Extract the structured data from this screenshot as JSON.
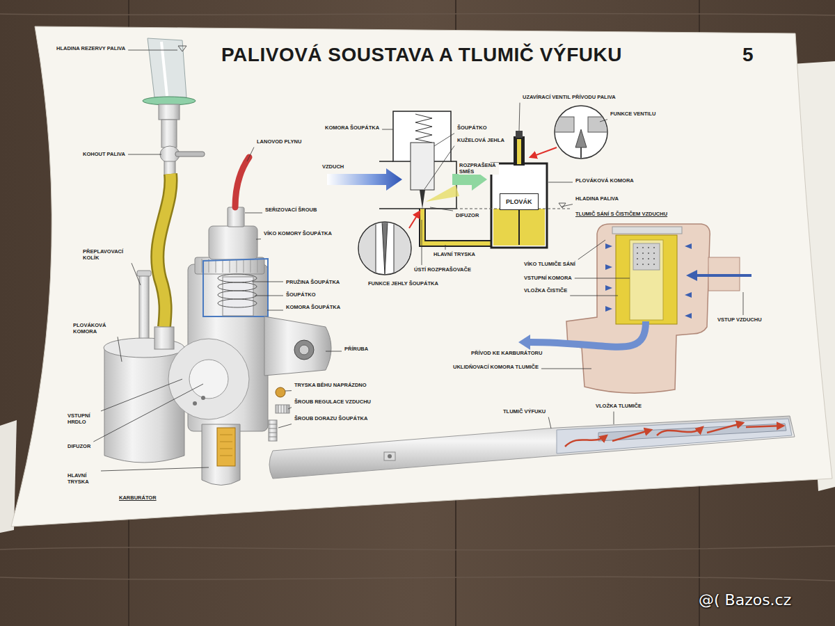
{
  "diagram": {
    "title": "PALIVOVÁ SOUSTAVA A TLUMIČ VÝFUKU",
    "nodes": [
      {
        "text": [
          "PLOVÁK"
        ]
      }
    ],
    "labels": [
      "5",
      "HLADINA REZERVY PALIVA",
      "KOHOUT PALIVA",
      "PŘEPLAVOVACÍ KOLÍK",
      "PLOVÁKOVÁ KOMORA",
      "VSTUPNÍ HRDLO",
      "DIFUZOR",
      "HLAVNÍ TRYSKA",
      "KARBURÁTOR",
      "LANOVOD PLYNU",
      "SEŘIZOVACÍ ŠROUB",
      "VÍKO KOMORY ŠOUPÁTKA",
      "PRUŽINA ŠOUPÁTKA",
      "ŠOUPÁTKO",
      "KOMORA ŠOUPÁTKA",
      "PŘÍRUBA",
      "TRYSKA BĚHU NAPRÁZDNO",
      "ŠROUB REGULACE VZDUCHU",
      "ŠROUB DORAZU ŠOUPÁTKA",
      "KOMORA ŠOUPÁTKA",
      "ŠOUPÁTKO",
      "KUŽELOVÁ JEHLA",
      "VZDUCH",
      "ROZPRAŠENÁ SMĚS",
      "DIFUZOR",
      "HLAVNÍ TRYSKA",
      "ÚSTÍ ROZPRAŠOVAČE",
      "FUNKCE JEHLY ŠOUPÁTKA",
      "UZAVÍRACÍ VENTIL PŘÍVODU PALIVA",
      "FUNKCE VENTILU",
      "PLOVÁKOVÁ KOMORA",
      "HLADINA PALIVA",
      "TLUMIČ SÁNÍ S ČISTIČEM VZDUCHU",
      "VÍKO TLUMIČE SÁNÍ",
      "VSTUPNÍ KOMORA",
      "VLOŽKA ČISTIČE",
      "VSTUP VZDUCHU",
      "PŘÍVOD KE KARBURÁTORU",
      "UKLIDŇOVACÍ KOMORA TLUMIČE",
      "TLUMIČ VÝFUKU",
      "VLOŽKA TLUMIČE",
      "@( Bazos.cz"
    ]
  }
}
